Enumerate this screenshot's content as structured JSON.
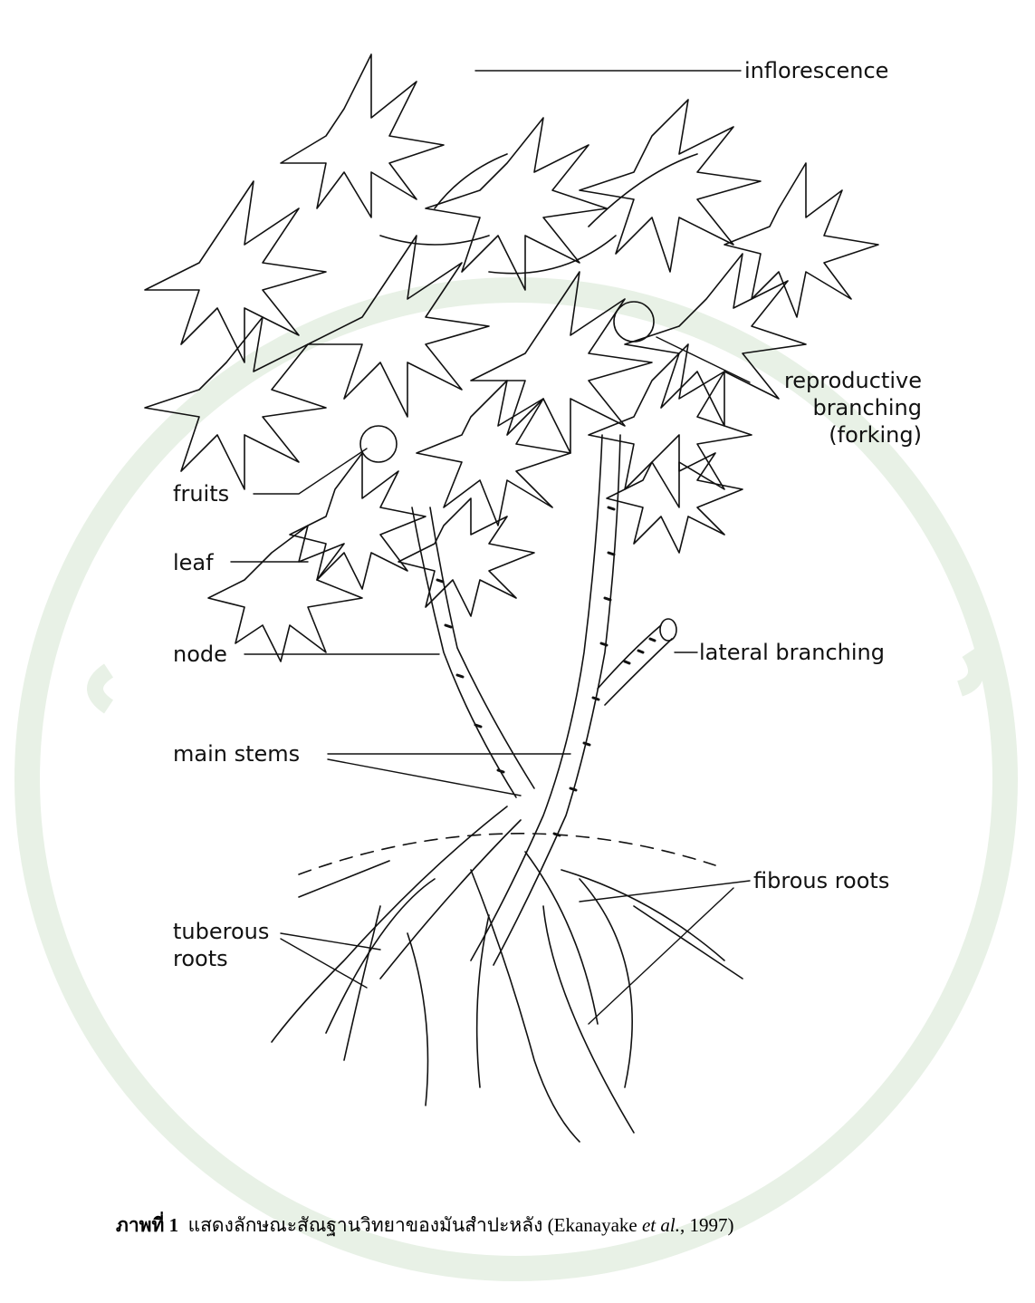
{
  "labels": {
    "inflorescence": "inflorescence",
    "reproductive_1": "reproductive",
    "reproductive_2": "branching",
    "reproductive_3": "(forking)",
    "fruits": "fruits",
    "leaf": "leaf",
    "node": "node",
    "lateral_branching": "lateral branching",
    "main_stems": "main stems",
    "fibrous_roots": "fibrous roots",
    "tuberous_1": "tuberous",
    "tuberous_2": "roots"
  },
  "caption": {
    "figure_label": "ภาพที่ 1",
    "text": "แสดงลักษณะสัณฐานวิทยาของมันสำปะหลัง (Ekanayake",
    "et_al": "et al.",
    "year": ", 1997)"
  },
  "colors": {
    "ink": "#111111",
    "watermark": "#e8f1e6"
  }
}
